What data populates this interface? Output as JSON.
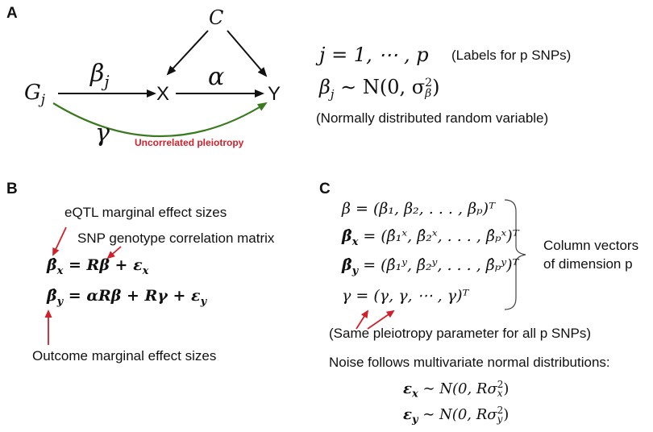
{
  "panels": {
    "a": "A",
    "b": "B",
    "c": "C"
  },
  "dag": {
    "node_c": "C",
    "node_x": "X",
    "node_y": "Y",
    "node_gj": "G",
    "node_gj_sub": "j",
    "edge_beta": "β",
    "edge_beta_sub": "j",
    "edge_alpha": "α",
    "edge_gamma": "γ",
    "uncorrelated_label": "Uncorrelated pleiotropy",
    "colors": {
      "arrow": "#111111",
      "pleiotropy_arrow": "#3a7a1e",
      "pleiotropy_text": "#d0202a"
    }
  },
  "panel_a_right": {
    "eq_index": "j = 1, ⋯ , p",
    "eq_index_note": "(Labels for p SNPs)",
    "eq_beta": "β",
    "eq_beta_sub": "j",
    "eq_beta_rest": " ∼ N(0, σ",
    "eq_beta_sup": "2",
    "eq_beta_sub2": "β",
    "eq_beta_close": ")",
    "eq_beta_note": "(Normally distributed random variable)"
  },
  "panel_b": {
    "eqtl_label": "eQTL marginal effect sizes",
    "ld_label": "SNP genotype correlation matrix",
    "eq1_lhs": "β̂",
    "eq1_lhs_sub": "x",
    "eq1_rhs": " = Rβ + ε",
    "eq1_rhs_sub": "x",
    "eq2_lhs": "β̂",
    "eq2_lhs_sub": "y",
    "eq2_rhs": " = αRβ + Rγ + ε",
    "eq2_rhs_sub": "y",
    "outcome_label": "Outcome marginal effect sizes",
    "colors": {
      "arrow": "#d0202a"
    }
  },
  "panel_c": {
    "v1": "β = (β₁, β₂, . . . , βₚ)ᵀ",
    "v2_lhs": "β̂",
    "v2_sub": "x",
    "v2_rhs": " = (β̂₁ˣ, β̂₂ˣ, . . . , β̂ₚˣ)ᵀ",
    "v3_lhs": "β̂",
    "v3_sub": "y",
    "v3_rhs": " = (β̂₁ʸ, β̂₂ʸ, . . . , β̂ₚʸ)ᵀ",
    "v4": "γ = (γ, γ, ⋯ , γ)ᵀ",
    "brace_label_1": "Column vectors",
    "brace_label_2": "of dimension p",
    "same_note": "(Same pleiotropy parameter for all p SNPs)",
    "noise_note": "Noise follows multivariate normal distributions:",
    "n1_lhs": "ε",
    "n1_sub": "x",
    "n1_rhs": " ∼ N(0, Rσ",
    "n1_sup": "2",
    "n1_sub2": "x",
    "n1_close": ")",
    "n2_lhs": "ε",
    "n2_sub": "y",
    "n2_rhs": " ∼ N(0, Rσ",
    "n2_sup": "2",
    "n2_sub2": "y",
    "n2_close": ")"
  }
}
